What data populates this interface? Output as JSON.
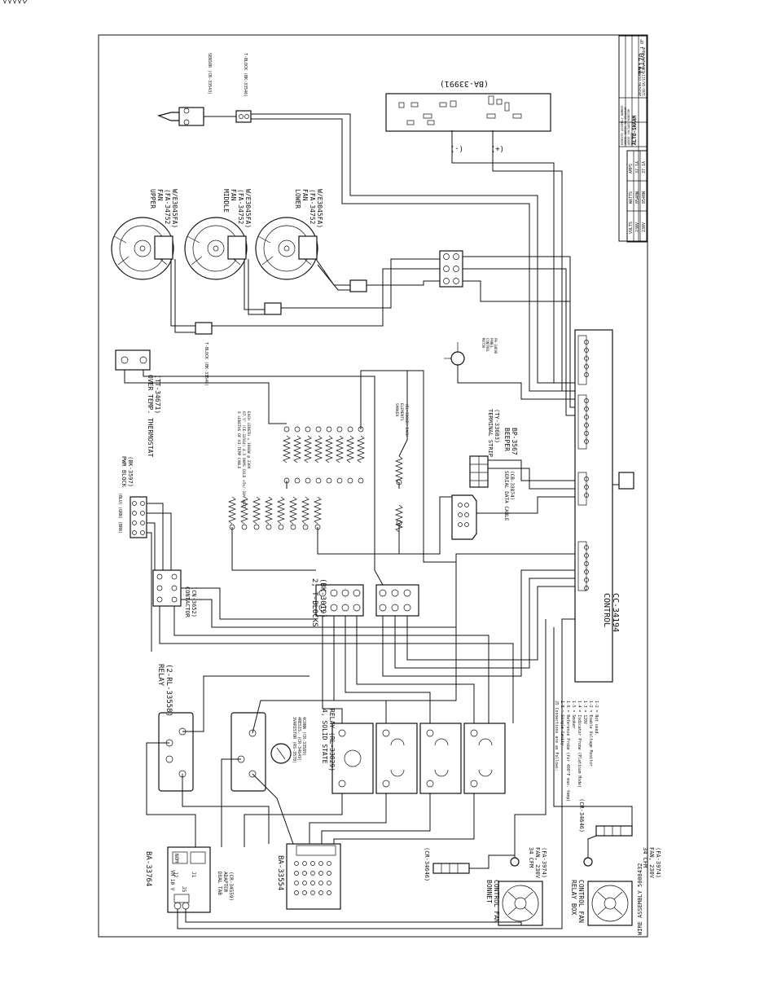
{
  "drawing": {
    "wire_assembly": "WIRE ASSEMBLY 5008432",
    "title_block": {
      "company": "ALTO-SHAAM",
      "title_1": "ZWIRING DIAGRAM",
      "title_2": "1200-SK/III 230V 1PH 50HZ",
      "drawing_number": "77170",
      "sheet": "1 OF 1",
      "rev_rows": [
        "REMOVED ASSEMBLY NUMBER",
        "ADDED NOTES TO DIAGRAM",
        "ADDED VOLTAGE MONITOR",
        "REVISED",
        "FORMAT"
      ]
    },
    "ratings": {
      "headers": [
        "VOLTS",
        "WATTS",
        "AMPS"
      ],
      "rows": [
        [
          "230V",
          "8540W",
          "37.1A"
        ],
        [
          "230V",
          "8540W",
          "37.1A"
        ]
      ]
    }
  },
  "components": {
    "sensor": "SENSOR (CN-33543)",
    "tblock_top": "T-BLOCK (BK-33546)",
    "board_top": "(BA-33991)",
    "neg": "(-)",
    "pos": "(+)",
    "upper_fan": [
      "UPPER",
      "FAN",
      "(FA-34752",
      "W/E3045FA)"
    ],
    "middle_fan": [
      "MIDDLE",
      "FAN",
      "(FA-34752",
      "W/E3045FA)"
    ],
    "lower_fan": [
      "LOWER",
      "FAN",
      "(FA-34752",
      "W/E3045FA)"
    ],
    "tblock_fans": "T-BLOCK (BK-33546)",
    "thermostat": [
      "OVER TEMP. THERMOSTAT",
      "(TT-34671)"
    ],
    "heater_cable": [
      "8 LENGTHS OF HI-TEMP CABLE",
      "67.5\" (CE-33564) 4.5 OHMS COLD +5%/-10% WATT",
      "EACH LENGTH = 1060W @ 230V"
    ],
    "heater_small": [
      "SMOKER",
      "ELEMENTS",
      "(EL-33662) EACH"
    ],
    "terminal_strip": [
      "TERMINAL STRIP",
      "(TY-33603)"
    ],
    "beeper": [
      "BEEPER",
      "BP-3567"
    ],
    "serial_cable": [
      "SERIAL DATA CABLE",
      "(CB-33874)"
    ],
    "pwr_block": [
      "PWR BLOCK",
      "(BK-3597)"
    ],
    "blu": "(BLU)",
    "grn": "(GRN)",
    "brn": "(BRN)",
    "contactor": [
      "CONTACTOR",
      "(CN-3652)"
    ],
    "tblocks2": [
      "2, T-BLOCKS",
      "(BK-3019)"
    ],
    "control": [
      "CONTROL",
      "CC-34194"
    ],
    "relay": [
      "RELAY",
      "(2-RL-33558)"
    ],
    "varistor": [
      "3VARISTOR (RS-3578)",
      "4RESIS. (CR-34649)",
      "4CONN (CR-33589)"
    ],
    "ssr": [
      "4, SOLID STATE",
      "RELAY (RL-33829)"
    ],
    "ba_left": "BA-33764",
    "vm": "VM 10 V",
    "nom": "NOM",
    "j2": "J2",
    "j1": "J1",
    "j5": "J5",
    "dual_tab": [
      "DUAL TAB",
      "ADAPTER",
      "(CR-34559)"
    ],
    "ba_mid": "BA-33554",
    "cr_mid": "(CR-34646)",
    "cr_right": "(CR-34646)",
    "bonnet_fan": [
      "BONNET",
      "CONTROL FAN"
    ],
    "bonnet_spec": [
      "34 CFM",
      "FAN, 230V",
      "(FA-3974)"
    ],
    "relay_fan": [
      "RELAY BOX",
      "CONTROL FAN"
    ],
    "relay_spec": [
      "34 CFM",
      "FAN, 230V",
      "(FA-3974)"
    ],
    "j5_notes": [
      "J5 Connections are as Follows:",
      "1-8 = Single Cavity",
      "1-6 = Reference Probe (for 400°F max. temp)",
      "1-5 = Smoker",
      "1-4 = Indicator Probe (Platinum Mode)",
      "1-3 = 120V",
      "1-2 = Enable Voltage Monitor",
      "1-2 = Not used."
    ],
    "motor_note": [
      "MOTOR",
      "CONTROL",
      "PANEL",
      "PA-34698"
    ]
  },
  "colors": {
    "ink": "#111111",
    "paper": "#ffffff"
  }
}
